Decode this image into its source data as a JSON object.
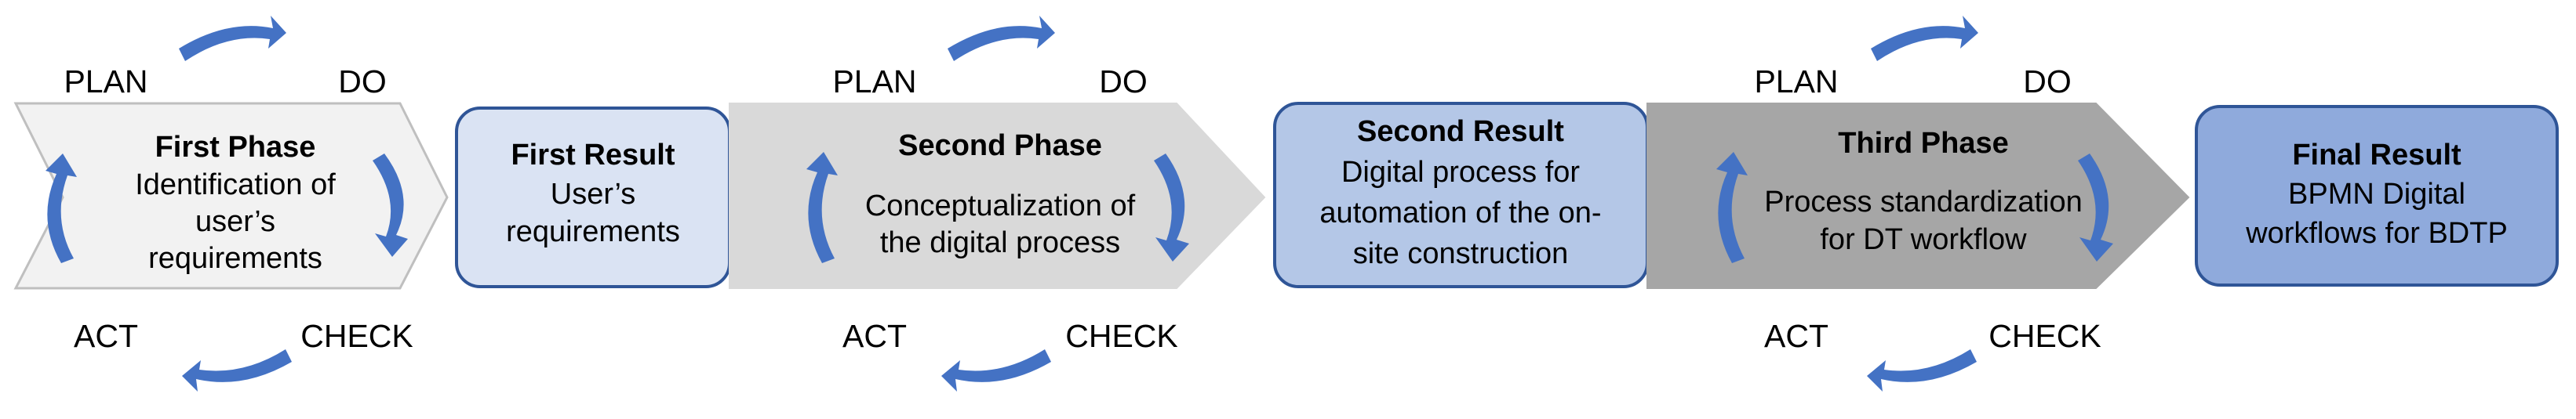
{
  "cycle_labels": {
    "plan": "PLAN",
    "do": "DO",
    "check": "CHECK",
    "act": "ACT"
  },
  "phases": [
    {
      "title": "First Phase",
      "lines": [
        "Identification of",
        "user’s",
        "requirements"
      ],
      "fill": "#f2f2f2",
      "stroke": "#bfbfbf"
    },
    {
      "title": "Second Phase",
      "lines": [
        "Conceptualization of",
        "the digital process"
      ],
      "fill": "#d9d9d9",
      "stroke": "#d9d9d9"
    },
    {
      "title": "Third Phase",
      "lines": [
        "Process standardization",
        "for DT workflow"
      ],
      "fill": "#a6a6a6",
      "stroke": "#a6a6a6"
    }
  ],
  "results": [
    {
      "title": "First Result",
      "lines": [
        "User’s",
        "requirements"
      ],
      "fill": "#dae3f3"
    },
    {
      "title": "Second Result",
      "lines": [
        "Digital process for",
        "automation of the on-",
        "site construction"
      ],
      "fill": "#b4c7e7"
    },
    {
      "title": "Final Result",
      "lines": [
        "BPMN Digital",
        "workflows for BDTP"
      ],
      "fill": "#8faadc"
    }
  ],
  "colors": {
    "arrow": "#4472c4",
    "box_stroke": "#2f5597"
  }
}
